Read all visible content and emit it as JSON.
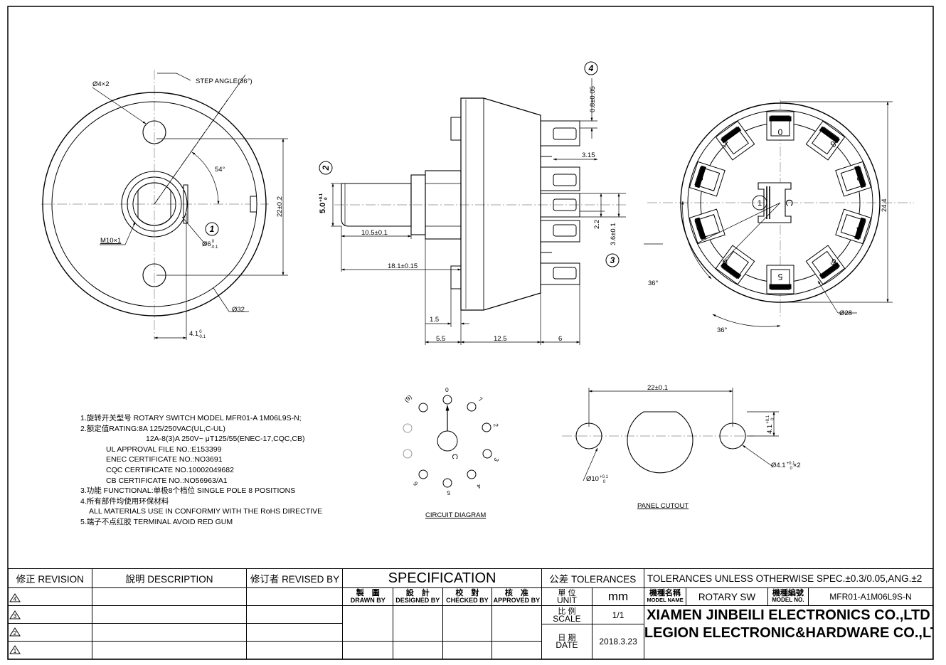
{
  "dims": {
    "bore": "Ø4×2",
    "step_angle": "STEP ANGLE(36°)",
    "angle_54": "54°",
    "thread": "M10×1",
    "shaft_dia": "Ø6",
    "shaft_dia_tol_upper": "0",
    "shaft_dia_tol_lower": "-0.1",
    "height_22": "22±0.2",
    "dia_32": "Ø32",
    "flat_4_1": "4.1",
    "flat_tol_upper": "0",
    "flat_tol_lower": "-0.1",
    "shaft_5": "5.0",
    "shaft_5_tol_upper": "+0.1",
    "shaft_5_tol_lower": "0",
    "len_10_5": "10.5±0.1",
    "len_18_1": "18.1±0.15",
    "t_0_8": "0.8±0.05",
    "t_3_15": "3.15",
    "t_2_2": "2.2",
    "t_3_6": "3.6±0.1",
    "d_1_5": "1.5",
    "d_5_5": "5.5",
    "d_12_5": "12.5",
    "d_6": "6",
    "dia_24_4": "24.4",
    "angle_36": "36°",
    "dia_28": "Ø28",
    "pc_22": "22±0.1",
    "pc_4_1": "4.1",
    "pc_4_1_tol_upper": "+0.1",
    "pc_4_1_tol_lower": "0",
    "pc_hole": "Ø4.1",
    "pc_hole_tol_upper": "+0.1",
    "pc_hole_tol_lower": "0",
    "pc_hole_count": "×2",
    "pc_dia_10": "Ø10",
    "pc_dia_10_tol_upper": "+0.1",
    "pc_dia_10_tol_lower": "0"
  },
  "balloons": [
    "1",
    "2",
    "3",
    "4"
  ],
  "terminal_labels": [
    "0",
    "1",
    "2",
    "3",
    "4",
    "5",
    "6",
    "7",
    "8",
    "9",
    "C"
  ],
  "circuit_labels": [
    "(9)",
    "0",
    "7",
    "2",
    "3",
    "4",
    "5",
    "6",
    "C"
  ],
  "notes": [
    "1.旋转开关型号 ROTARY SWITCH MODEL MFR01-A 1M06L9S-N;",
    "2.额定值RATING:8A 125/250VAC(UL,C-UL)",
    "12A-8(3)A 250V~ μT125/55(ENEC-17,CQC,CB)",
    "UL APPROVAL FILE NO.:E153399",
    "ENEC CERTIFICATE NO.:NO3691",
    "CQC CERTIFICATE NO.10002049682",
    "CB CERTIFICATE NO.:NO56963/A1",
    "3.功能 FUNCTIONAL:单极8个档位   SINGLE POLE 8 POSITIONS",
    "4.所有部件均使用环保材料",
    "ALL MATERIALS USE IN CONFORMIY  WITH THE RoHS DIRECTIVE",
    "5.端子不点红胶 TERMINAL AVOID RED GUM"
  ],
  "circuit_title": "CIRCUIT DIAGRAM",
  "panel_title": "PANEL CUTOUT",
  "title_block": {
    "revision": "修正 REVISION",
    "description": "說明 DESCRIPTION",
    "revised_by": "修订者 REVISED BY",
    "specification": "SPECIFICATION",
    "tolerances": "公差 TOLERANCES",
    "tolerance_note": "TOLERANCES UNLESS OTHERWISE SPEC.±0.3/0.05,ANG.±2",
    "rev_marks": [
      "4",
      "3",
      "2",
      "1"
    ],
    "drawn_by": [
      "製　圖",
      "DRAWN BY"
    ],
    "designed_by": [
      "設　計",
      "DESIGNED BY"
    ],
    "checked_by": [
      "校　對",
      "CHECKED BY"
    ],
    "approved_by": [
      "核　准",
      "APPROVED BY"
    ],
    "unit_label": [
      "單 位",
      "UNIT"
    ],
    "unit_value": "mm",
    "model_name_label": [
      "機種名稱",
      "MODEL NAME"
    ],
    "model_name": "ROTARY SW",
    "model_no_label": [
      "機種編號",
      "MODEL NO."
    ],
    "model_no": "MFR01-A1M06L9S-N",
    "scale_label": [
      "比 例",
      "SCALE"
    ],
    "scale_value": "1/1",
    "date_label": [
      "日 期",
      "DATE"
    ],
    "date_value": "2018.3.23",
    "company_1": "XIAMEN JINBEILI ELECTRONICS CO.,LTD",
    "company_2": "LEGION ELECTRONIC&HARDWARE CO.,LTD"
  }
}
